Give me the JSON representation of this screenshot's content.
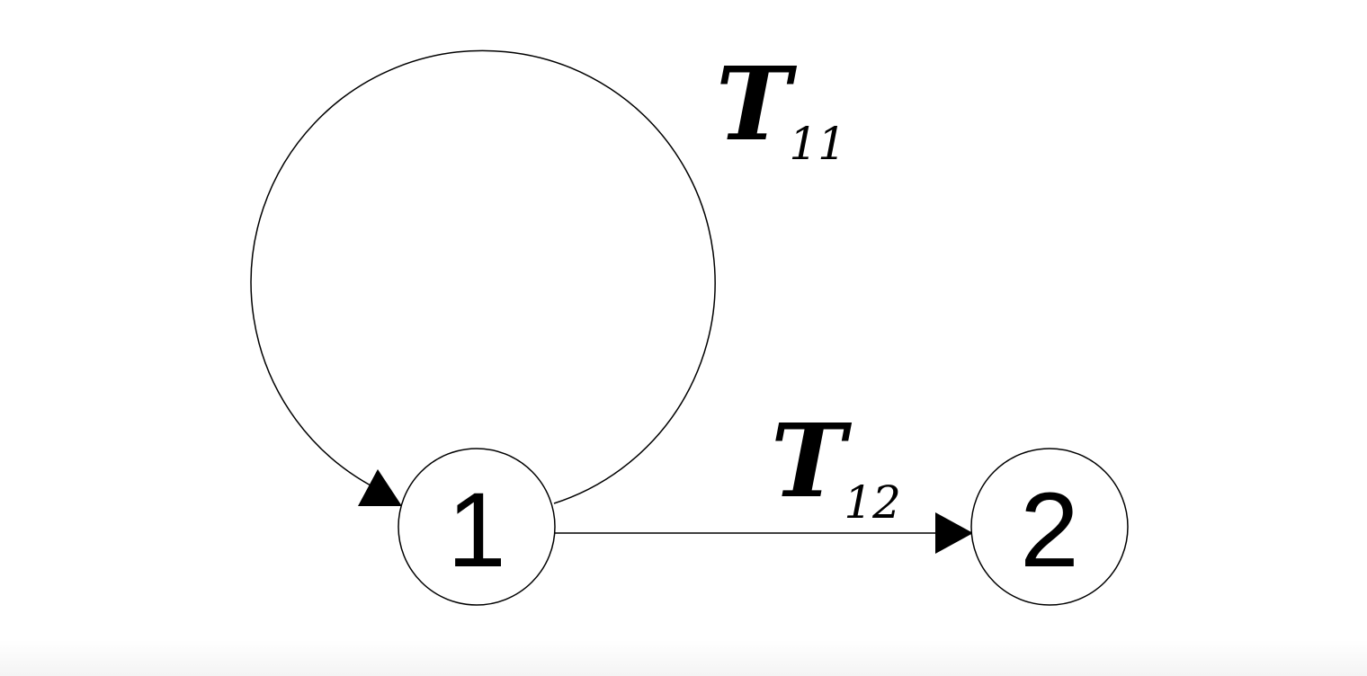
{
  "nodes": [
    {
      "id": "1",
      "label": "1"
    },
    {
      "id": "2",
      "label": "2"
    }
  ],
  "edges": [
    {
      "from": "1",
      "to": "1",
      "label_main": "T",
      "label_sub": "11"
    },
    {
      "from": "1",
      "to": "2",
      "label_main": "T",
      "label_sub": "12"
    }
  ],
  "colors": {
    "stroke": "#000000",
    "background": "#ffffff"
  }
}
